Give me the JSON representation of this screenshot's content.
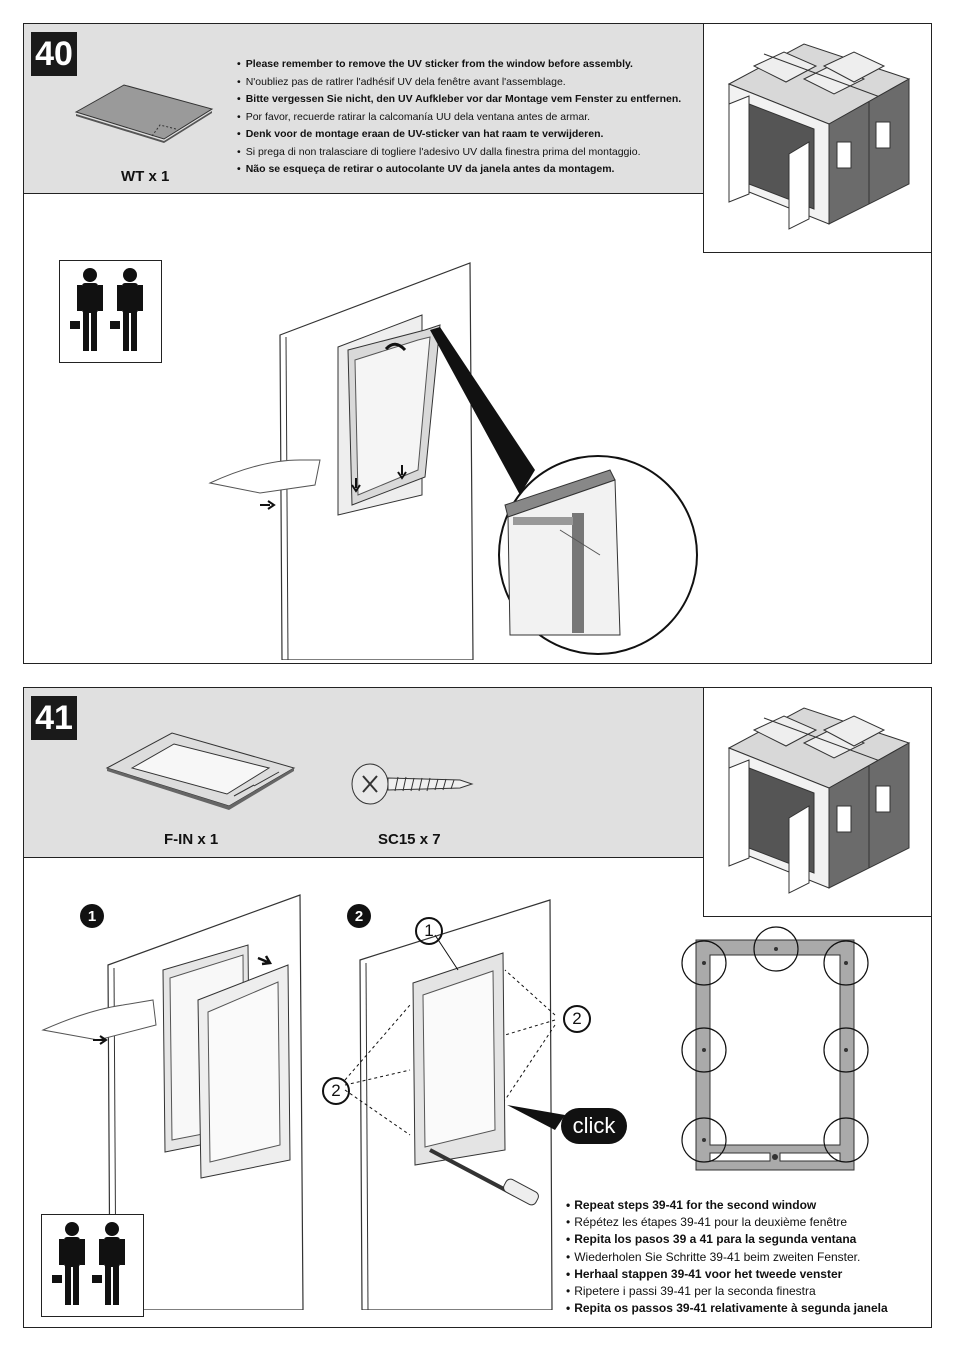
{
  "step40": {
    "number": "40",
    "part_label": "WT x 1",
    "notes": [
      {
        "text": "Please remember to remove the UV sticker from the window before assembly.",
        "bold": true
      },
      {
        "text": "N'oubliez pas de ratlrer l'adhésif UV dela fenêtre avant l'assemblage.",
        "bold": false
      },
      {
        "text": "Bitte vergessen Sie nicht, den UV Aufkleber vor dar Montage vem Fenster zu entfernen.",
        "bold": true
      },
      {
        "text": "Por favor, recuerde ratirar la calcomanía UU dela ventana antes de armar.",
        "bold": false
      },
      {
        "text": "Denk voor de montage eraan de UV-sticker van hat raam te verwijderen.",
        "bold": true
      },
      {
        "text": "Si prega di non tralasciare di togliere l'adesivo UV dalla finestra prima del montaggio.",
        "bold": false
      },
      {
        "text": "Não se esqueça de retirar o autocolante UV da janela antes da montagem.",
        "bold": true
      }
    ]
  },
  "step41": {
    "number": "41",
    "part1_label": "F-IN x 1",
    "part2_label": "SC15 x  7",
    "sub1": "1",
    "sub2": "2",
    "callout_1": "1",
    "callout_2a": "2",
    "callout_2b": "2",
    "click_label": "click",
    "notes": [
      {
        "text": "Repeat steps 39-41 for the second window",
        "bold": true
      },
      {
        "text": "Répétez les étapes 39-41 pour la deuxième fenêtre",
        "bold": false
      },
      {
        "text": "Repita los pasos 39 a 41 para la segunda ventana",
        "bold": true
      },
      {
        "text": "Wiederholen Sie Schritte 39-41 beim zweiten Fenster.",
        "bold": false
      },
      {
        "text": "Herhaal stappen 39-41 voor het tweede venster",
        "bold": true
      },
      {
        "text": "Ripetere i passi 39-41 per la seconda finestra",
        "bold": false
      },
      {
        "text": "Repita os passos 39-41 relativamente à segunda janela",
        "bold": true
      }
    ]
  },
  "icons": {
    "two_workers": "two-workers-icon",
    "shed": "shed-illustration",
    "screwdriver": "screwdriver-icon",
    "screw": "screw-icon"
  },
  "colors": {
    "header_band": "#e0e0e0",
    "badge": "#1a1a1a",
    "line": "#222222"
  }
}
